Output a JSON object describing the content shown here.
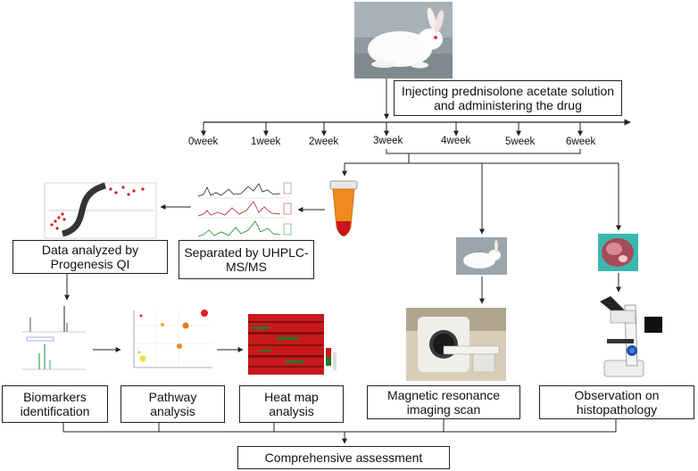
{
  "title_box": {
    "line1": "Injecting prednisolone acetate solution",
    "line2": "and administering the drug"
  },
  "timeline": {
    "labels": [
      "0week",
      "1week",
      "2week",
      "3week",
      "4week",
      "5week",
      "6week"
    ]
  },
  "boxes": {
    "data_analyzed": {
      "line1": "Data analyzed by",
      "line2": "Progenesis QI"
    },
    "separated": {
      "line1": "Separated by UHPLC-",
      "line2": "MS/MS"
    },
    "biomarkers": {
      "line1": "Biomarkers",
      "line2": "identification"
    },
    "pathway": {
      "line1": "Pathway",
      "line2": "analysis"
    },
    "heatmap": {
      "line1": "Heat map",
      "line2": "analysis"
    },
    "mri": {
      "line1": "Magnetic resonance",
      "line2": "imaging scan"
    },
    "histo": {
      "line1": "Observation on",
      "line2": "histopathology"
    },
    "assessment": {
      "line1": "Comprehensive assessment"
    }
  },
  "icons": [
    "rabbit-photo",
    "tube-icon",
    "chromatogram-image",
    "scatter-plot-image",
    "spectra-image",
    "bubble-chart-image",
    "heatmap-image",
    "small-rabbit-photo",
    "mri-scanner-photo",
    "tissue-photo",
    "microscope-photo"
  ],
  "colors": {
    "line": "#222222",
    "tube_orange": "#f08a1c",
    "tube_red": "#c8141e",
    "heatmap_red": "#c81a1a",
    "heatmap_green": "#1f7a2a"
  }
}
